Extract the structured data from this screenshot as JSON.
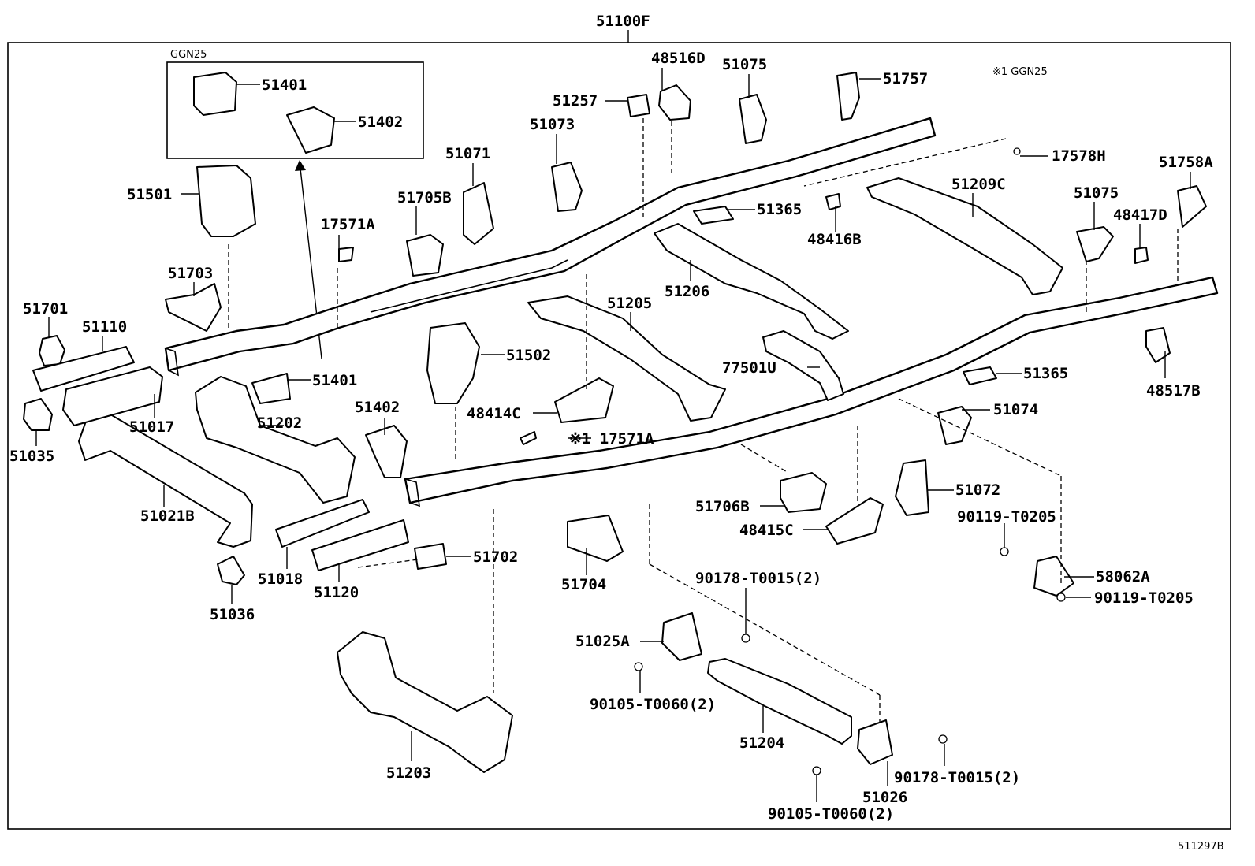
{
  "diagram": {
    "main_part": "51100F",
    "figure_code": "511297B",
    "inset": {
      "title": "GGN25",
      "parts": [
        "51401",
        "51402"
      ]
    },
    "note": "※1 GGN25",
    "callouts": {
      "p48516D": "48516D",
      "p51075a": "51075",
      "p51757": "51757",
      "p51257": "51257",
      "p51073": "51073",
      "p51071": "51071",
      "p51705B": "51705B",
      "p17578H": "17578H",
      "p51758A": "51758A",
      "p51209C": "51209C",
      "p51075b": "51075",
      "p48417D": "48417D",
      "p51365a": "51365",
      "p48416B": "48416B",
      "p51501": "51501",
      "p17571A": "17571A",
      "p51703": "51703",
      "p51701": "51701",
      "p51110": "51110",
      "p51206": "51206",
      "p51205": "51205",
      "p51502": "51502",
      "p51401": "51401",
      "p77501U": "77501U",
      "p51365b": "51365",
      "p48517B": "48517B",
      "p51017": "51017",
      "p51035": "51035",
      "p51202": "51202",
      "p51402": "51402",
      "p48414C": "48414C",
      "p17571A2": "※1 17571A",
      "p51074": "51074",
      "p51021B": "51021B",
      "p51072": "51072",
      "p51706B": "51706B",
      "p90119a": "90119-T0205",
      "p48415C": "48415C",
      "p51702": "51702",
      "p51018": "51018",
      "p51120": "51120",
      "p51704": "51704",
      "p58062A": "58062A",
      "p90119b": "90119-T0205",
      "p90178a": "90178-T0015(2)",
      "p51036": "51036",
      "p51025A": "51025A",
      "p90105a": "90105-T0060(2)",
      "p51204": "51204",
      "p51203": "51203",
      "p90178b": "90178-T0015(2)",
      "p51026": "51026",
      "p90105b": "90105-T0060(2)"
    }
  }
}
